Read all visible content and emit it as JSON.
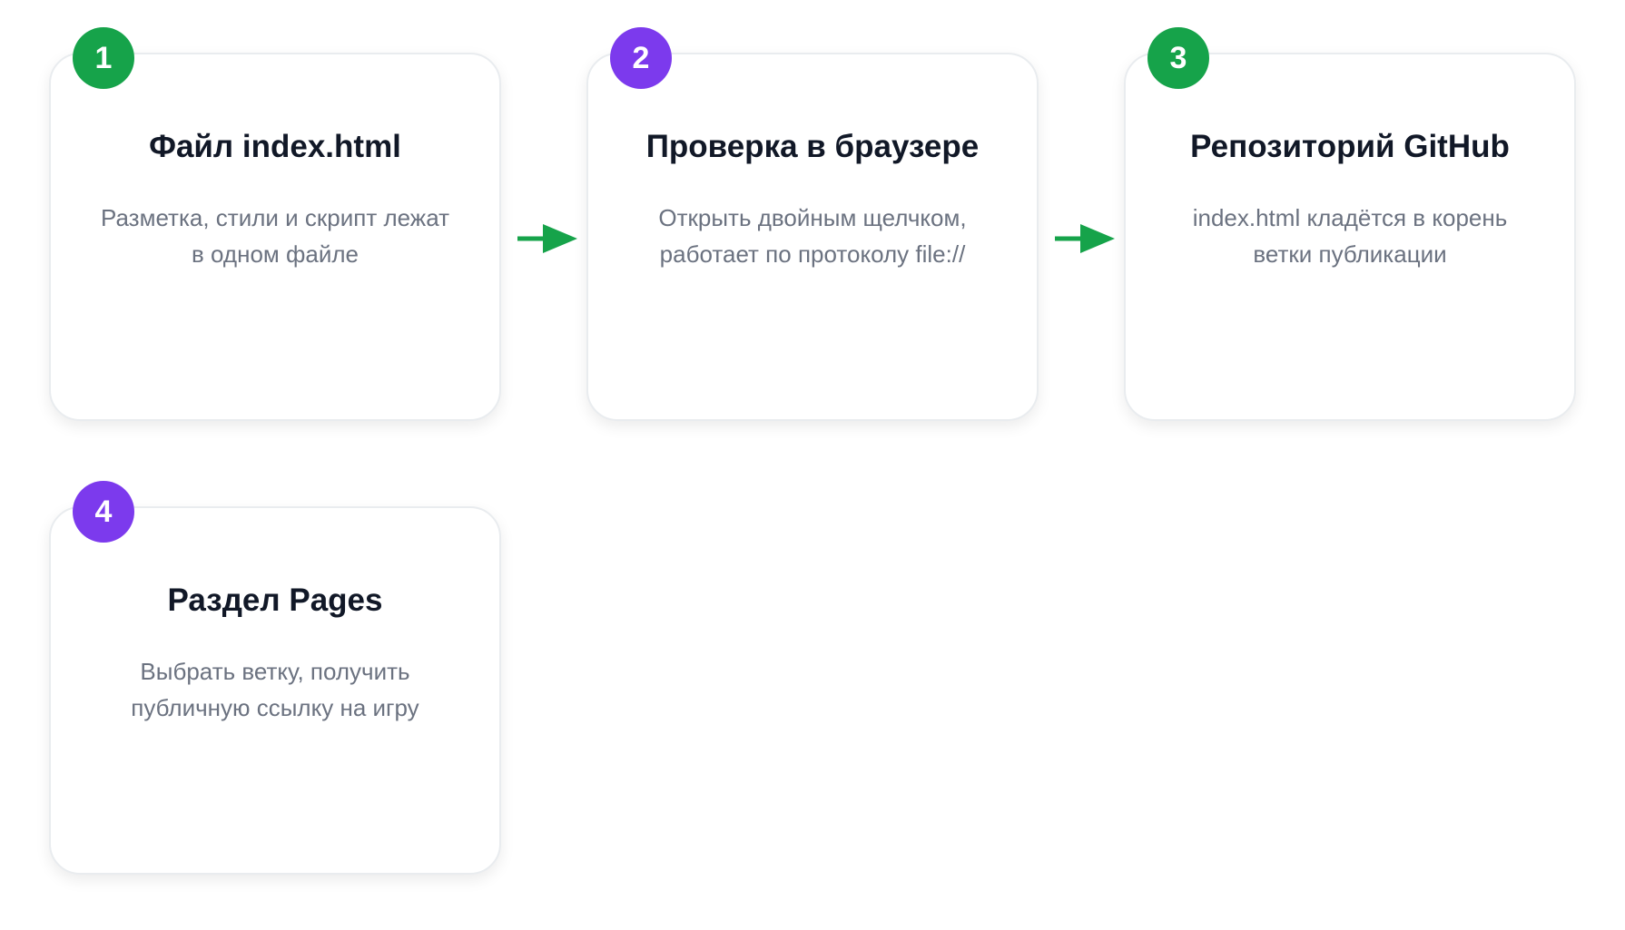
{
  "steps": [
    {
      "number": "1",
      "title": "Файл index.html",
      "description": "Разметка, стили и скрипт лежат в одном файле",
      "badge_color": "#16a34a"
    },
    {
      "number": "2",
      "title": "Проверка в браузере",
      "description": "Открыть двойным щелчком, работает по протоколу file://",
      "badge_color": "#7c3aed"
    },
    {
      "number": "3",
      "title": "Репозиторий GitHub",
      "description": "index.html кладётся в корень ветки публикации",
      "badge_color": "#16a34a"
    },
    {
      "number": "4",
      "title": "Раздел Pages",
      "description": "Выбрать ветку, получить публичную ссылку на игру",
      "badge_color": "#7c3aed"
    }
  ],
  "colors": {
    "arrow": "#16a34a",
    "title": "#111827",
    "description": "#6b7280",
    "card_border": "#e9ecef"
  }
}
